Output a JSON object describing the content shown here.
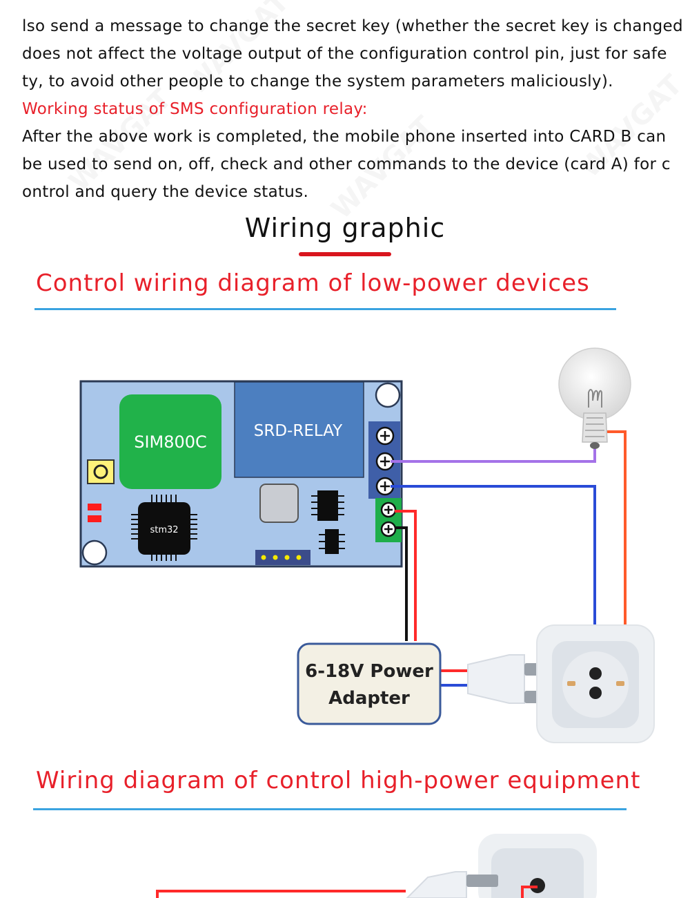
{
  "intro_text": {
    "lines": [
      "lso send a message to change the secret key (whether the secret key is changed",
      "does not affect the voltage output of the configuration control pin, just for safe",
      "ty, to avoid other people to change the system parameters maliciously)."
    ]
  },
  "working_status": {
    "heading": "Working status of SMS configuration relay:",
    "lines": [
      "After the above work is completed, the mobile phone inserted into CARD B can",
      "be used to send on, off, check and other commands to the device (card A) for c",
      "ontrol and query the device status."
    ]
  },
  "section_title": "Wiring graphic",
  "low_power": {
    "heading": "Control wiring diagram of low-power devices",
    "board": {
      "sim_chip_label": "SIM800C",
      "relay_label": "SRD-RELAY",
      "mcu_label": "stm32"
    },
    "adapter_label_line1": "6-18V Power",
    "adapter_label_line2": "Adapter"
  },
  "high_power": {
    "heading": "Wiring diagram of control high-power equipment"
  },
  "colors": {
    "accent_red": "#e8202a",
    "rule_blue": "#3aa3e0",
    "board_blue": "#a9c6ea",
    "relay_blue": "#4c7fc0",
    "sim_green": "#21b24a",
    "wire_purple": "#a472e8",
    "wire_blue": "#2a4bd7",
    "wire_red": "#ff2a2a",
    "wire_orange": "#ff5a2a"
  },
  "icons": [
    "bulb-icon",
    "socket-icon",
    "plug-icon",
    "terminal-screw-icon"
  ]
}
